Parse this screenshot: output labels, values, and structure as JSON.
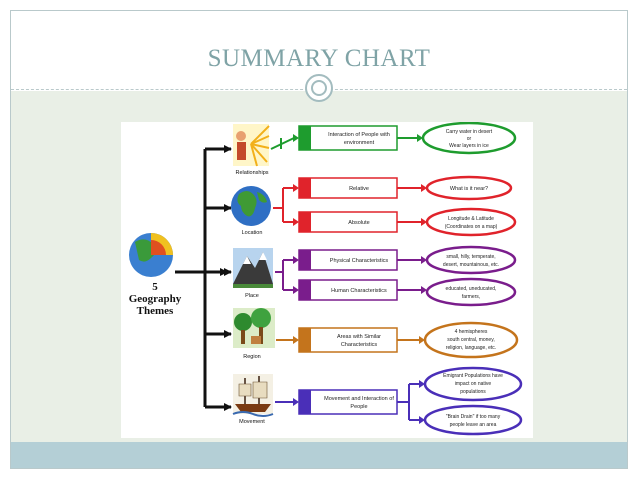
{
  "slide": {
    "title": "SUMMARY CHART"
  },
  "diagram": {
    "root": {
      "number": "5",
      "line1": "Geography",
      "line2": "Themes"
    },
    "themes": [
      {
        "label": "Relationships",
        "icon": "sun-person-icon"
      },
      {
        "label": "Location",
        "icon": "globe-icon"
      },
      {
        "label": "Place",
        "icon": "mountain-icon"
      },
      {
        "label": "Region",
        "icon": "trees-icon"
      },
      {
        "label": "Movement",
        "icon": "ship-icon"
      }
    ],
    "boxes": [
      {
        "lines": [
          "Interaction of People with",
          "environment"
        ],
        "color": "#1e9c2e"
      },
      {
        "lines": [
          "Relative"
        ],
        "color": "#e0232b"
      },
      {
        "lines": [
          "Absolute"
        ],
        "color": "#e0232b"
      },
      {
        "lines": [
          "Physical Characteristics"
        ],
        "color": "#7a1d8c"
      },
      {
        "lines": [
          "Human Characteristics"
        ],
        "color": "#7a1d8c"
      },
      {
        "lines": [
          "Areas with Similar",
          "Characteristics"
        ],
        "color": "#c4741c"
      },
      {
        "lines": [
          "Movement and Interaction of",
          "People"
        ],
        "color": "#4a2fb8"
      }
    ],
    "clouds": [
      {
        "lines": [
          "Carry water in desert",
          "or",
          "Wear layers in ice"
        ],
        "color": "#1e9c2e"
      },
      {
        "lines": [
          "What is it near?"
        ],
        "color": "#e0232b"
      },
      {
        "lines": [
          "Longitude & Latitude",
          "(Coordinates on a map)"
        ],
        "color": "#e0232b"
      },
      {
        "lines": [
          "small, hilly, temperate,",
          "desert, mountainous, etc."
        ],
        "color": "#7a1d8c"
      },
      {
        "lines": [
          "educated, uneducated,",
          "farmers,"
        ],
        "color": "#7a1d8c"
      },
      {
        "lines": [
          "4 hemispheres",
          "south central, money,",
          "religion, language, etc."
        ],
        "color": "#c4741c"
      },
      {
        "lines": [
          "Emigrant Populations have",
          "impact on native",
          "populations"
        ],
        "color": "#4a2fb8"
      },
      {
        "lines": [
          "\"Brain Drain\" if too many",
          "people leave an area"
        ],
        "color": "#4a2fb8"
      }
    ]
  }
}
